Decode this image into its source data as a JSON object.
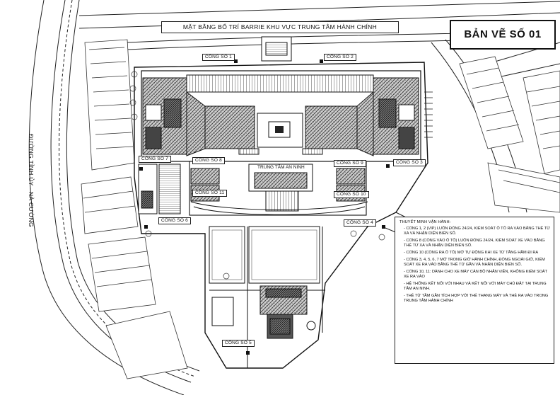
{
  "header": {
    "title": "MẶT BẰNG BỐ TRÍ BARRIE KHU VỰC TRUNG TÂM HÀNH CHÍNH",
    "drawing_no": "BẢN VẼ SỐ 01"
  },
  "road_name": "ĐƯỜNG TỈNH ỦY - NÀ CƯỜNG",
  "center_label": "TRUNG TÂM AN NINH",
  "gates": {
    "g1": "CỔNG SỐ 1",
    "g2": "CỔNG SỐ 2",
    "g3": "CỔNG SỐ 3",
    "g4": "CỔNG SỐ 4",
    "g5": "CỔNG SỐ 5",
    "g6": "CỔNG SỐ 6",
    "g7": "CỔNG SỐ 7",
    "g8": "CỔNG SỐ 8",
    "g9": "CỔNG SỐ 9",
    "g10": "CỔNG SỐ 10",
    "g11": "CỔNG SỐ 11"
  },
  "notes": {
    "title": "THUYẾT MINH VẬN HÀNH:",
    "items": [
      "- CỔNG 1, 2 (VIP) LUÔN ĐÓNG 24/24, KIỂM SOÁT Ô TÔ RA VÀO BẰNG THẺ TỪ XA VÀ NHẬN DIỆN BIỂN SỐ.",
      "- CỔNG 8 (CỔNG VÀO Ô TÔ) LUÔN ĐÓNG 24/24, KIỂM SOÁT XE VÀO BẰNG THẺ TỪ XA VÀ NHẬN DIỆN BIỂN SỐ.",
      "- CỔNG 10 (CỔNG RA Ô TÔ) MỞ TỰ ĐỘNG KHI XE TỪ TẦNG HẦM ĐI RA",
      "- CỔNG 3, 4, 5, 6, 7 MỞ TRONG GIỜ HÀNH CHÍNH, ĐÓNG NGOÀI GIỜ, KIỂM SOÁT XE RA VÀO BẰNG THẺ TỪ GẦN VÀ NHẬN DIỆN BIỂN SỐ.",
      "- CỔNG 10, 11: DÀNH CHO XE MÁY CÁN BỘ NHÂN VIÊN, KHÔNG KIỂM SOÁT XE RA VÀO",
      "- HỆ THỐNG KẾT NỐI VỚI NHAU VÀ KẾT NỐI VỚI MÁY CHỦ ĐẶT TẠI TRUNG TÂM AN NINH.",
      "- THẺ TỪ TẦM GẦN TÍCH HỢP VỚI THẺ THANG MÁY VÀ THẺ RA VÀO TRONG TRUNG TÂM HÀNH CHÍNH"
    ]
  }
}
